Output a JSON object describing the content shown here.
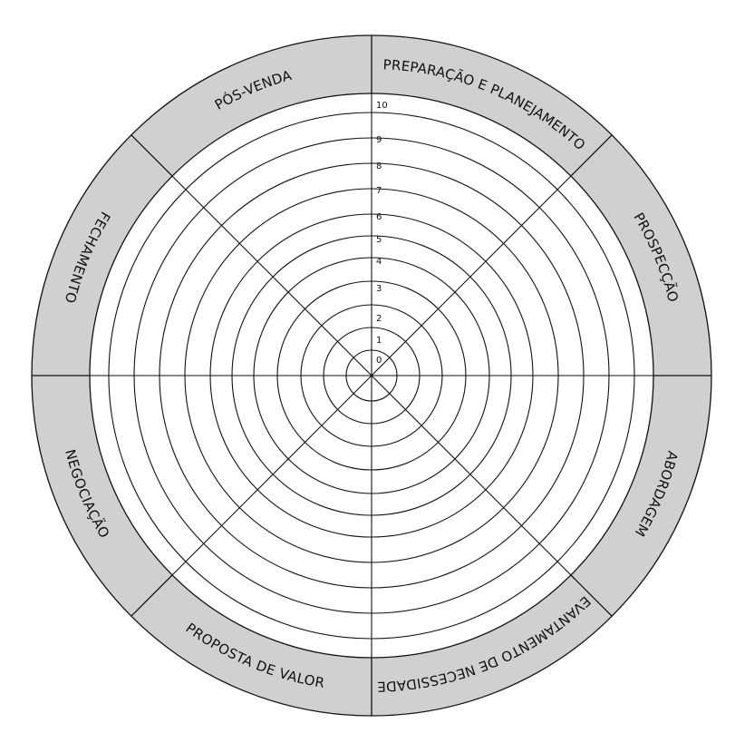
{
  "wheel": {
    "ring_fill": "#d0d0d0",
    "line_color": "#111111",
    "background": "#ffffff",
    "segments": [
      {
        "label": "PREPARAÇÃO E PLANEJAMENTO",
        "start": 0
      },
      {
        "label": "PROSPECÇÃO",
        "start": 45
      },
      {
        "label": "ABORDAGEM",
        "start": 90
      },
      {
        "label": "LEVANTAMENTO DE NECESSIDADES",
        "start": 135
      },
      {
        "label": "PROPOSTA DE VALOR",
        "start": 180
      },
      {
        "label": "NEGOCIAÇÃO",
        "start": 225
      },
      {
        "label": "FECHAMENTO",
        "start": 270
      },
      {
        "label": "PÓS-VENDA",
        "start": 315
      }
    ],
    "scale": [
      "0",
      "1",
      "2",
      "3",
      "4",
      "5",
      "6",
      "7",
      "8",
      "9",
      "10"
    ]
  }
}
